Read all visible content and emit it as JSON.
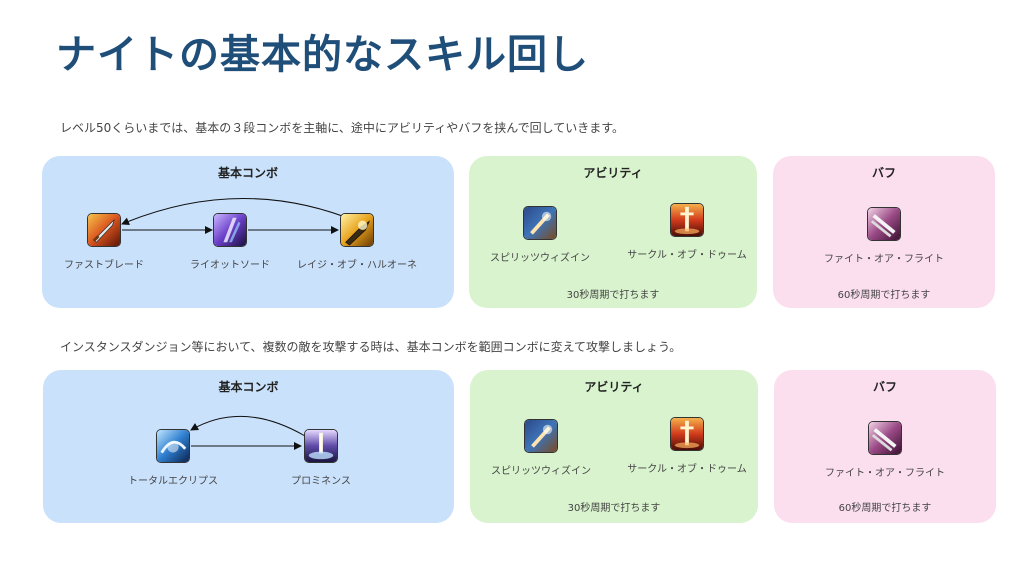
{
  "title": "ナイトの基本的なスキル回し",
  "section1": {
    "description": "レベル50くらいまでは、基本の３段コンボを主軸に、途中にアビリティやバフを挟んで回していきます。",
    "combo": {
      "title": "基本コンボ",
      "skills": [
        {
          "name": "ファストブレード",
          "icon": "fast-blade-icon"
        },
        {
          "name": "ライオットソード",
          "icon": "riot-blade-icon"
        },
        {
          "name": "レイジ・オブ・ハルオーネ",
          "icon": "rage-of-halone-icon"
        }
      ]
    },
    "ability": {
      "title": "アビリティ",
      "skills": [
        {
          "name": "スピリッツウィズイン",
          "icon": "spirits-within-icon"
        },
        {
          "name": "サークル・オブ・ドゥーム",
          "icon": "circle-of-scorn-icon"
        }
      ],
      "note": "30秒周期で打ちます"
    },
    "buff": {
      "title": "バフ",
      "skills": [
        {
          "name": "ファイト・オア・フライト",
          "icon": "fight-or-flight-icon"
        }
      ],
      "note": "60秒周期で打ちます"
    }
  },
  "section2": {
    "description": "インスタンスダンジョン等において、複数の敵を攻撃する時は、基本コンボを範囲コンボに変えて攻撃しましょう。",
    "combo": {
      "title": "基本コンボ",
      "skills": [
        {
          "name": "トータルエクリプス",
          "icon": "total-eclipse-icon"
        },
        {
          "name": "プロミネンス",
          "icon": "prominence-icon"
        }
      ]
    },
    "ability": {
      "title": "アビリティ",
      "skills": [
        {
          "name": "スピリッツウィズイン",
          "icon": "spirits-within-icon"
        },
        {
          "name": "サークル・オブ・ドゥーム",
          "icon": "circle-of-scorn-icon"
        }
      ],
      "note": "30秒周期で打ちます"
    },
    "buff": {
      "title": "バフ",
      "skills": [
        {
          "name": "ファイト・オア・フライト",
          "icon": "fight-or-flight-icon"
        }
      ],
      "note": "60秒周期で打ちます"
    }
  }
}
